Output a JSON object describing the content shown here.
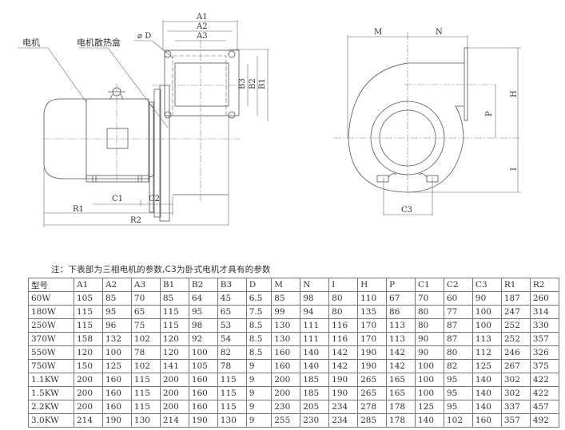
{
  "labels": {
    "motor": "电机",
    "heat_box": "电机散热盒",
    "hole_d": "⌀ D",
    "A1": "A1",
    "A2": "A2",
    "A3": "A3",
    "B1": "B1",
    "B2": "B2",
    "B3": "B3",
    "C1": "C1",
    "C2": "C2",
    "C3": "C3",
    "R1": "R1",
    "R2": "R2",
    "M": "M",
    "N": "N",
    "P": "P",
    "H": "H",
    "I": "I"
  },
  "note": "注：下表部为三相电机的参数,C3为卧式电机才具有的参数",
  "table": {
    "headers": [
      "型号",
      "A1",
      "A2",
      "A3",
      "B1",
      "B2",
      "B3",
      "D",
      "M",
      "N",
      "I",
      "H",
      "P",
      "C1",
      "C2",
      "C3",
      "R1",
      "R2"
    ],
    "rows": [
      [
        "60W",
        "105",
        "85",
        "70",
        "85",
        "64",
        "45",
        "6.5",
        "85",
        "98",
        "80",
        "110",
        "67",
        "70",
        "60",
        "90",
        "187",
        "260"
      ],
      [
        "180W",
        "115",
        "95",
        "65",
        "115",
        "95",
        "65",
        "7.5",
        "99",
        "94",
        "80",
        "135",
        "86",
        "80",
        "77",
        "100",
        "247",
        "314"
      ],
      [
        "250W",
        "115",
        "96",
        "75",
        "115",
        "98",
        "53",
        "8.5",
        "130",
        "111",
        "116",
        "170",
        "113",
        "80",
        "87",
        "100",
        "252",
        "330"
      ],
      [
        "370W",
        "158",
        "132",
        "102",
        "120",
        "92",
        "54",
        "8.5",
        "130",
        "111",
        "116",
        "170",
        "113",
        "90",
        "87",
        "113",
        "252",
        "357"
      ],
      [
        "550W",
        "120",
        "100",
        "78",
        "120",
        "100",
        "82",
        "8.5",
        "160",
        "140",
        "142",
        "190",
        "142",
        "90",
        "80",
        "112",
        "246",
        "326"
      ],
      [
        "750W",
        "150",
        "125",
        "102",
        "141",
        "105",
        "78",
        "9",
        "160",
        "140",
        "142",
        "190",
        "142",
        "100",
        "82",
        "125",
        "267",
        "375"
      ],
      [
        "1.1KW",
        "200",
        "160",
        "115",
        "200",
        "160",
        "115",
        "9",
        "200",
        "185",
        "190",
        "265",
        "165",
        "100",
        "95",
        "140",
        "302",
        "422"
      ],
      [
        "1.5KW",
        "200",
        "160",
        "115",
        "200",
        "160",
        "115",
        "9",
        "200",
        "185",
        "190",
        "265",
        "165",
        "100",
        "95",
        "140",
        "302",
        "422"
      ],
      [
        "2.2KW",
        "200",
        "160",
        "115",
        "200",
        "160",
        "115",
        "9",
        "230",
        "205",
        "234",
        "278",
        "178",
        "125",
        "95",
        "140",
        "337",
        "457"
      ],
      [
        "3.0KW",
        "214",
        "190",
        "130",
        "214",
        "190",
        "130",
        "9",
        "255",
        "230",
        "234",
        "285",
        "178",
        "140",
        "102",
        "160",
        "357",
        "492"
      ]
    ]
  }
}
